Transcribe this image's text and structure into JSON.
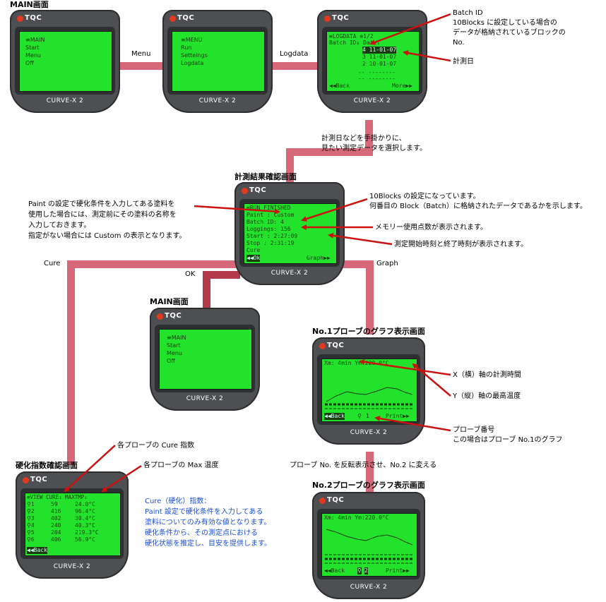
{
  "titles": {
    "main1": "MAIN画面",
    "result": "計測結果確認画面",
    "main2": "MAIN画面",
    "graph1": "No.1プローブのグラフ表示画面",
    "graph2": "No.2プローブのグラフ表示画面",
    "cure": "硬化指数確認画面"
  },
  "edge_labels": {
    "menu": "Menu",
    "logdata": "Logdata",
    "select_line1": "計測日などを手掛かりに、",
    "select_line2": "見たい測定データを選択します。",
    "cure": "Cure",
    "ok": "OK",
    "graph": "Graph",
    "probe_line": "プローブ No. を反転表示させ、No.2 に変える"
  },
  "device": {
    "brand": "TQC",
    "model": "CURVE-X 2"
  },
  "screens": {
    "main1": [
      "≡MAIN",
      "Start",
      "Menu",
      "Off"
    ],
    "menu": [
      "≡MENU",
      "Run",
      "Setteings",
      "Logdata"
    ],
    "logdata": {
      "header": "≡LOGDATA  ⊕1/2",
      "cols": "Batch ID↓  Date↓",
      "rows": [
        "4 11-01-07",
        "3 11-01-07",
        "2 10-01-07"
      ],
      "dash1": "-- --------",
      "dash2": "-- --------",
      "back": "◀◀Back",
      "more": "More▶▶"
    },
    "finished": {
      "header": "≡RUN FINISHED",
      "lines": [
        "Paint   : Custom",
        "Batch ID: 4",
        "Loggings: 156",
        "Start   :  2:27:09",
        "Stop    :  2:31:19",
        "Cure"
      ],
      "ok": "◀◀Ok",
      "graph": "Graph▶▶"
    },
    "main2": [
      "≡MAIN",
      "Start",
      "Menu",
      "Off"
    ],
    "graph1": {
      "header": "Xm:   4min Ym:220.0°C",
      "back": "◀◀Back",
      "probe": "1",
      "print": "Print▶▶"
    },
    "graph2": {
      "header": "Xm:   4min Ym:220.0°C",
      "back": "◀◀Back",
      "probe": "2",
      "print": "Print▶▶"
    },
    "cure": {
      "header": "≡VIEW CURE↓ MAXTMP↓",
      "rows": [
        {
          "n": "1",
          "cure": "59",
          "max": "24.0°C"
        },
        {
          "n": "2",
          "cure": "416",
          "max": "96.4°C"
        },
        {
          "n": "3",
          "cure": "402",
          "max": "30.4°C"
        },
        {
          "n": "4",
          "cure": "240",
          "max": "40.3°C"
        },
        {
          "n": "5",
          "cure": "204",
          "max": "219.3°C"
        },
        {
          "n": "6",
          "cure": "406",
          "max": "56.9°C"
        }
      ],
      "back": "◀◀Back"
    }
  },
  "annotations": {
    "batch_id": [
      "Batch ID",
      "10Blocks に設定している場合の",
      "データが格納されているブロックの",
      "No."
    ],
    "date": "計測日",
    "paint": [
      "Paint の設定で硬化条件を入力してある塗料を",
      "使用した場合には、測定前にその塗料の名称を",
      "入力しておきます。",
      "指定がない場合には Custom の表示となります。"
    ],
    "blocks": [
      "10Blocks の設定になっています。",
      "何番目の Block（Batch）に格納されたデータであるかを示します。"
    ],
    "memory": "メモリー使用点数が表示されます。",
    "times": "測定開始時刻と終了時刻が表示されます。",
    "x_axis": "X（横）軸の計測時間",
    "y_axis": "Y（縦）軸の最高温度",
    "probe": [
      "プローブ番号",
      "この場合はプローブ No.1のグラフ"
    ],
    "cure_index": "各プローブの Cure 指数",
    "max_temp": "各プローブの Max 温度",
    "cure_explain": [
      "Cure（硬化）指数：",
      "Paint 設定で硬化条件を入力してある",
      "塗料についてのみ有効な値となります。",
      "硬化条件から、その測定点における",
      "硬化状態を推定し、目安を提供します。"
    ]
  },
  "colors": {
    "connector": "#d7687a",
    "connector_dark": "#b23a4b",
    "arrow": "#cc1111",
    "screen": "#22e22b",
    "device": "#4d4f52",
    "note_blue": "#1a4fe0"
  }
}
